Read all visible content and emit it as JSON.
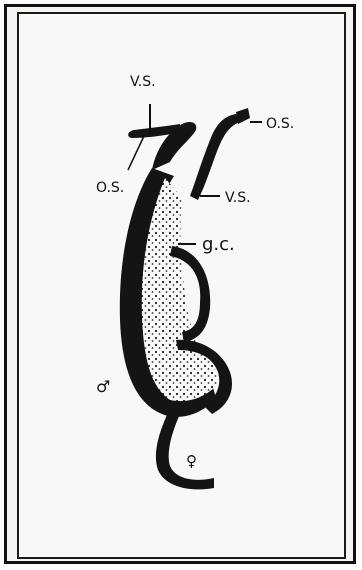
{
  "labels": {
    "vs_top": "V.S.",
    "os_left": "O.S.",
    "os_right": "O.S.",
    "vs_right": "V.S.",
    "gc": "g.c.",
    "male": "♂",
    "female": "♀"
  },
  "colors": {
    "ink": "#111111",
    "paper": "#f8f8f8"
  }
}
